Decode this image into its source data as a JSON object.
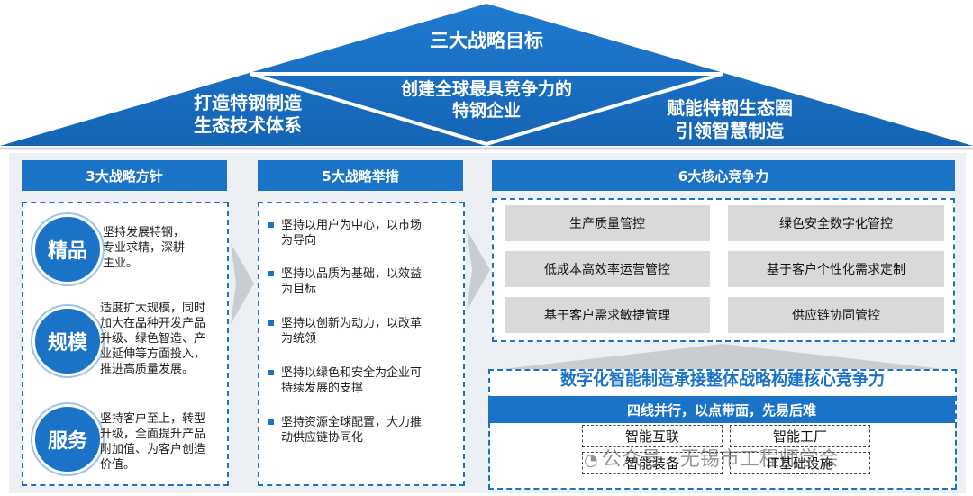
{
  "roof": {
    "title": "三大战略目标",
    "goal_left_l1": "打造特钢制造",
    "goal_left_l2": "生态技术体系",
    "goal_center_l1": "创建全球最具竞争力的",
    "goal_center_l2": "特钢企业",
    "goal_right_l1": "赋能特钢生态圈",
    "goal_right_l2": "引领智慧制造"
  },
  "policies": {
    "header": "3大战略方针",
    "items": [
      {
        "label": "精品",
        "lines": [
          "坚持发展特钢，",
          "专业求精，深耕",
          "主业。"
        ]
      },
      {
        "label": "规模",
        "lines": [
          "适度扩大规模，同时",
          "加大在品种开发产品",
          "升级、绿色智造、产",
          "业延伸等方面投入，",
          "推进高质量发展。"
        ]
      },
      {
        "label": "服务",
        "lines": [
          "坚持客户至上，转型",
          "升级，全面提升产品",
          "附加值、为客户创造",
          "价值。"
        ]
      }
    ]
  },
  "measures": {
    "header": "5大战略举措",
    "items": [
      [
        "坚持以用户为中心，以市场",
        "为导向"
      ],
      [
        "坚持以品质为基础，以效益",
        "为目标"
      ],
      [
        "坚持以创新为动力，以改革",
        "为统领"
      ],
      [
        "坚持以绿色和安全为企业可",
        "持续发展的支撑"
      ],
      [
        "坚持资源全球配置，大力推",
        "动供应链协同化"
      ]
    ]
  },
  "competencies": {
    "header": "6大核心竞争力",
    "items": [
      "生产质量管控",
      "绿色安全数字化管控",
      "低成本高效率运营管控",
      "基于客户个性化需求定制",
      "基于客户需求敏捷管理",
      "供应链协同管控"
    ]
  },
  "digital": {
    "title": "数字化智能制造承接整体战略构建核心竞争力",
    "bar": "四线并行，以点带面，先易后难",
    "boxes": [
      "智能互联",
      "智能工厂",
      "智能装备",
      "IT基础设施"
    ]
  },
  "watermark": "公众号 · 无锡市工程师学会",
  "colors": {
    "primary": "#1b73c8",
    "cell": "#d9d9d9",
    "band": "#eceff3"
  }
}
